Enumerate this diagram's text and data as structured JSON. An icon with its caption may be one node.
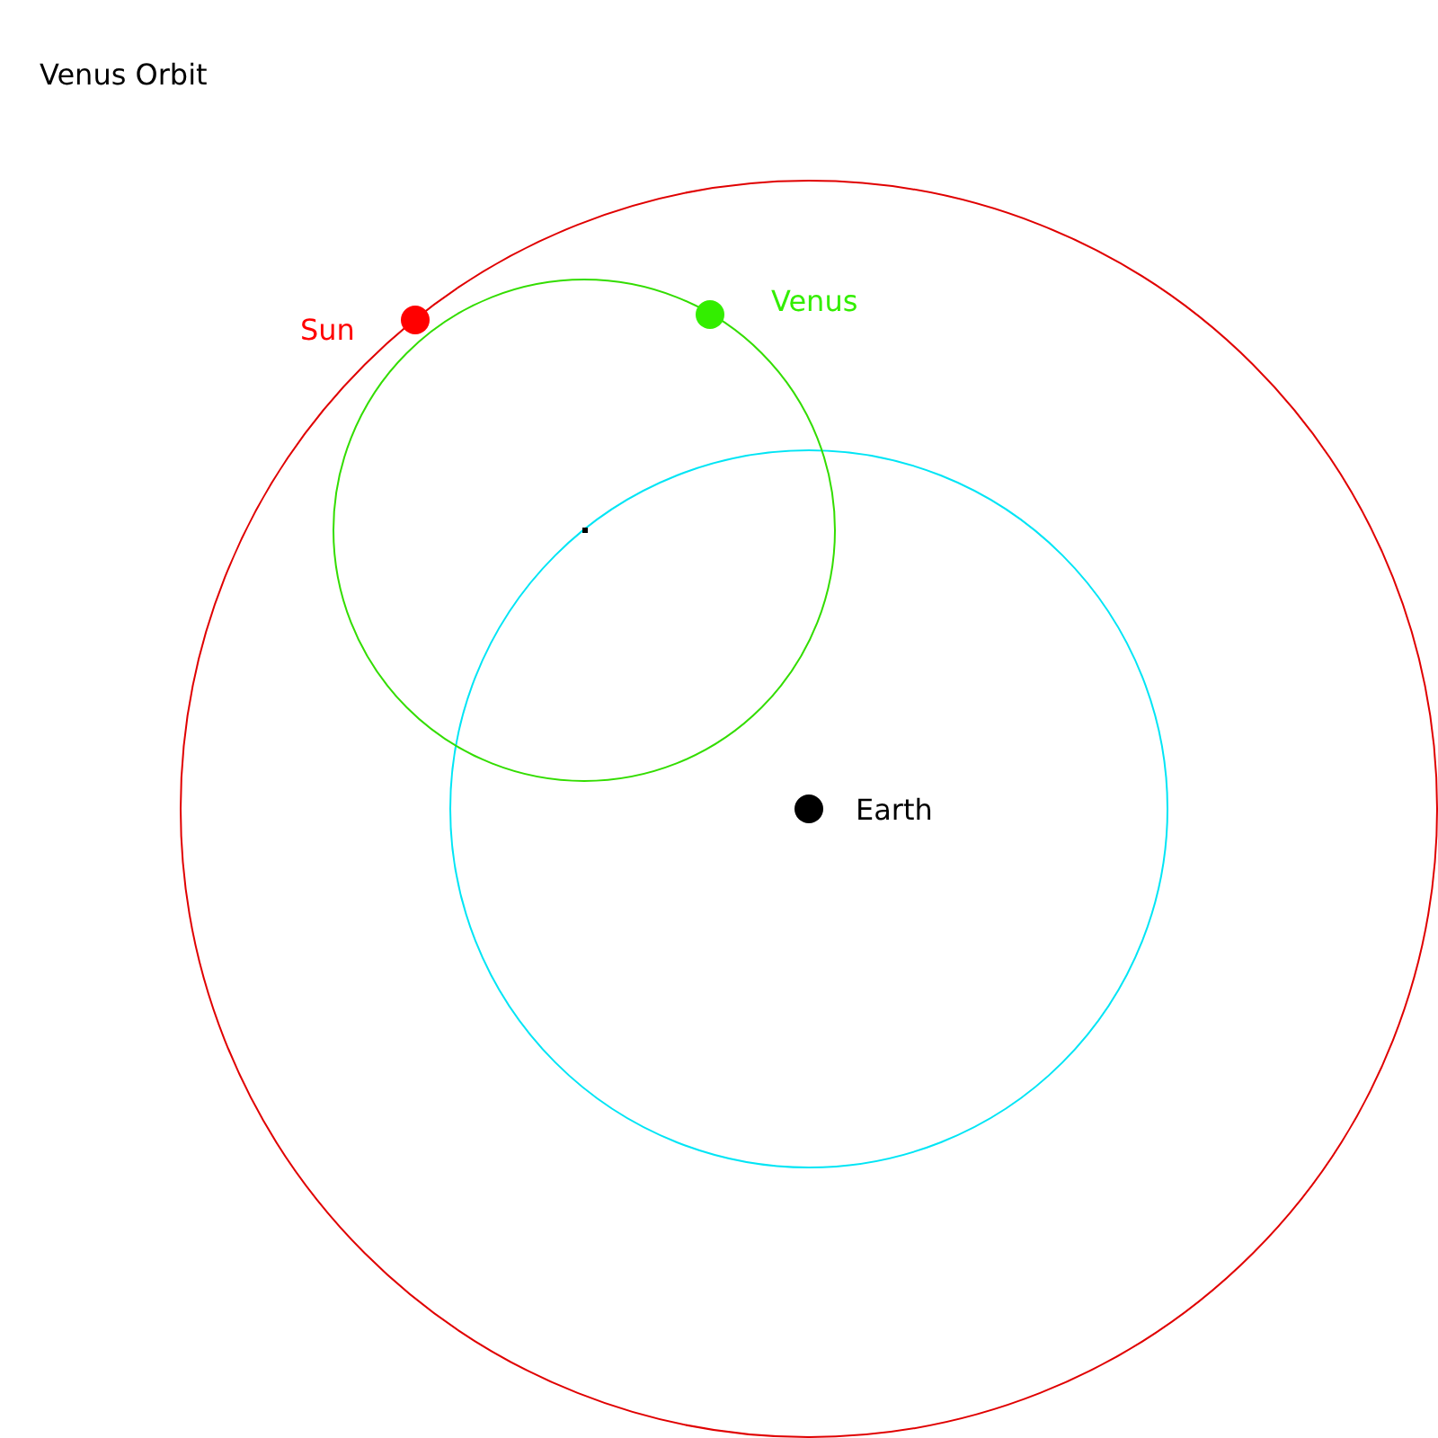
{
  "diagram": {
    "title": "Venus Orbit",
    "nodes": [
      {
        "text": [],
        "shape": "circle",
        "beside": [
          "Sun"
        ]
      },
      {
        "text": [],
        "shape": "circle",
        "beside": [
          "Venus"
        ]
      },
      {
        "text": [],
        "shape": "circle",
        "beside": [
          "Earth"
        ]
      }
    ]
  }
}
